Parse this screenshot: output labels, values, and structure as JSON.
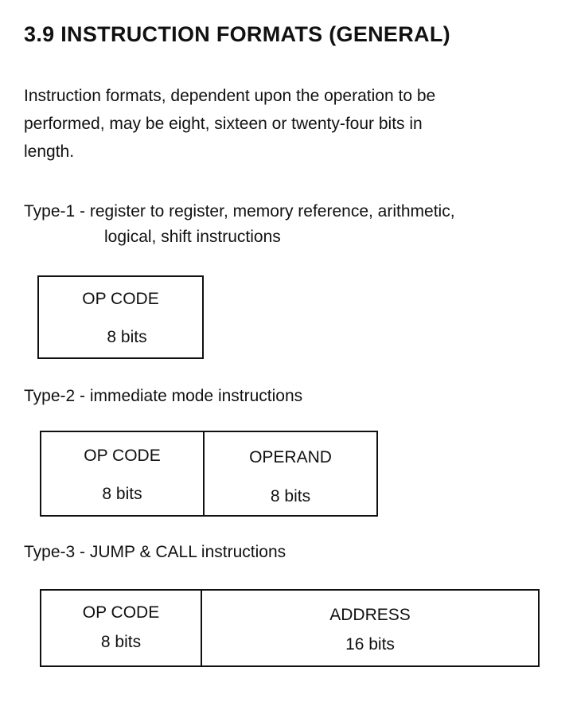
{
  "section": {
    "number": "3.9",
    "title": "INSTRUCTION FORMATS (GENERAL)"
  },
  "intro": {
    "lines": [
      "Instruction formats, dependent upon the operation to be",
      "performed, may be eight, sixteen or twenty-four bits in",
      "length."
    ]
  },
  "types": [
    {
      "label": "Type-1",
      "description_line1": "- register to register, memory reference, arithmetic,",
      "description_line2": "logical, shift instructions",
      "fields": [
        {
          "name": "OP CODE",
          "size": "8 bits"
        }
      ]
    },
    {
      "label": "Type-2",
      "description_line1": "- immediate mode instructions",
      "fields": [
        {
          "name": "OP CODE",
          "size": "8 bits"
        },
        {
          "name": "OPERAND",
          "size": "8 bits"
        }
      ]
    },
    {
      "label": "Type-3",
      "description_line1": "- JUMP & CALL instructions",
      "fields": [
        {
          "name": "OP CODE",
          "size": "8 bits"
        },
        {
          "name": "ADDRESS",
          "size": "16 bits"
        }
      ]
    }
  ]
}
